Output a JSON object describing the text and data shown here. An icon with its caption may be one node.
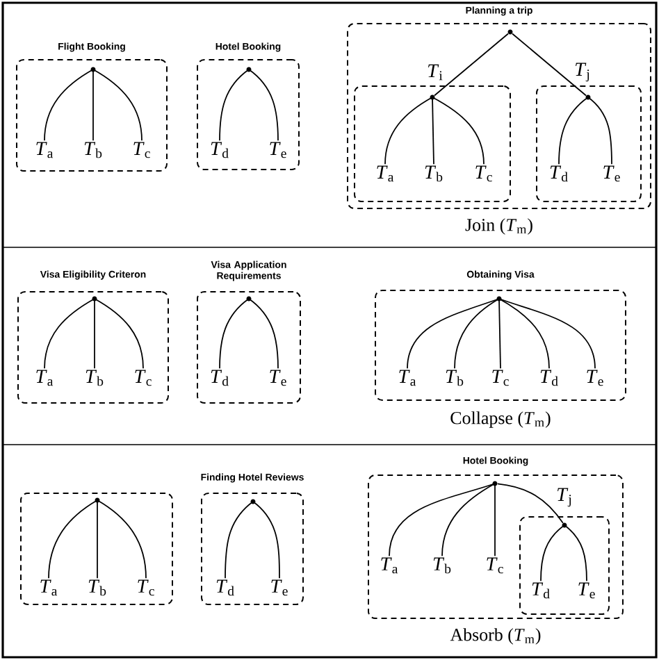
{
  "diagram": {
    "nodes": [
      {
        "text": [
          "Flight Booking"
        ]
      },
      {
        "text": [],
        "shape": "circle",
        "in": 0
      },
      {
        "text": [
          "*T*$_{a}$"
        ],
        "in": 0
      },
      {
        "text": [
          "*T*$_{b}$"
        ],
        "in": 0
      },
      {
        "text": [
          "*T*$_{c}$"
        ],
        "in": 0
      },
      {
        "text": [
          "Hotel Booking"
        ]
      },
      {
        "text": [],
        "shape": "circle",
        "in": 5
      },
      {
        "text": [
          "*T*$_{d}$"
        ],
        "in": 5
      },
      {
        "text": [
          "*T*$_{e}$"
        ],
        "in": 5
      },
      {
        "text": [
          "Planning a trip"
        ],
        "beside": [
          "Join (*T*$_{m}$)"
        ]
      },
      {
        "text": [],
        "shape": "circle",
        "in": 9
      },
      {
        "text": [],
        "shape": "box",
        "in": 9
      },
      {
        "text": [],
        "shape": "circle",
        "in": 11
      },
      {
        "text": [
          "*T*$_{a}$"
        ],
        "in": 11
      },
      {
        "text": [
          "*T*$_{b}$"
        ],
        "in": 11
      },
      {
        "text": [
          "*T*$_{c}$"
        ],
        "in": 11
      },
      {
        "text": [],
        "shape": "box",
        "in": 9
      },
      {
        "text": [],
        "shape": "circle",
        "in": 16
      },
      {
        "text": [
          "*T*$_{d}$"
        ],
        "in": 16
      },
      {
        "text": [
          "*T*$_{e}$"
        ],
        "in": 16
      },
      {
        "text": [
          "Visa Eligibility Criteron"
        ]
      },
      {
        "text": [],
        "shape": "circle",
        "in": 20
      },
      {
        "text": [
          "*T*$_{a}$"
        ],
        "in": 20
      },
      {
        "text": [
          "*T*$_{b}$"
        ],
        "in": 20
      },
      {
        "text": [
          "*T*$_{c}$"
        ],
        "in": 20
      },
      {
        "text": [
          "Visa Application Requirements"
        ]
      },
      {
        "text": [],
        "shape": "circle",
        "in": 25
      },
      {
        "text": [
          "*T*$_{d}$"
        ],
        "in": 25
      },
      {
        "text": [
          "*T*$_{e}$"
        ],
        "in": 25
      },
      {
        "text": [
          "Obtaining Visa"
        ],
        "beside": [
          "Collapse (*T*$_{m}$)"
        ]
      },
      {
        "text": [],
        "shape": "circle",
        "in": 29
      },
      {
        "text": [
          "*T*$_{a}$"
        ],
        "in": 29
      },
      {
        "text": [
          "*T*$_{b}$"
        ],
        "in": 29
      },
      {
        "text": [
          "*T*$_{c}$"
        ],
        "in": 29
      },
      {
        "text": [
          "*T*$_{d}$"
        ],
        "in": 29
      },
      {
        "text": [
          "*T*$_{e}$"
        ],
        "in": 29
      },
      {
        "text": [],
        "shape": "box"
      },
      {
        "text": [],
        "shape": "circle",
        "in": 36
      },
      {
        "text": [
          "*T*$_{a}$"
        ],
        "in": 36
      },
      {
        "text": [
          "*T*$_{b}$"
        ],
        "in": 36
      },
      {
        "text": [
          "*T*$_{c}$"
        ],
        "in": 36
      },
      {
        "text": [
          "Finding Hotel Reviews"
        ]
      },
      {
        "text": [],
        "shape": "circle",
        "in": 41
      },
      {
        "text": [
          "*T*$_{d}$"
        ],
        "in": 41
      },
      {
        "text": [
          "*T*$_{e}$"
        ],
        "in": 41
      },
      {
        "text": [
          "Hotel Booking"
        ],
        "beside": [
          "Absorb (*T*$_{m}$)"
        ]
      },
      {
        "text": [],
        "shape": "circle",
        "in": 45
      },
      {
        "text": [
          "*T*$_{a}$"
        ],
        "in": 45
      },
      {
        "text": [
          "*T*$_{b}$"
        ],
        "in": 45
      },
      {
        "text": [
          "*T*$_{c}$"
        ],
        "in": 45
      },
      {
        "text": [],
        "shape": "box",
        "in": 45
      },
      {
        "text": [],
        "shape": "circle",
        "in": 50
      },
      {
        "text": [
          "*T*$_{d}$"
        ],
        "in": 50
      },
      {
        "text": [
          "*T*$_{e}$"
        ],
        "in": 50
      }
    ],
    "edges": [
      {
        "from": 1,
        "to": 2,
        "arrow": "none"
      },
      {
        "from": 1,
        "to": 3,
        "arrow": "none"
      },
      {
        "from": 1,
        "to": 4,
        "arrow": "none"
      },
      {
        "from": 6,
        "to": 7,
        "arrow": "none"
      },
      {
        "from": 6,
        "to": 8,
        "arrow": "none"
      },
      {
        "from": 10,
        "to": 12,
        "arrow": "none",
        "label": "*T*$_{i}$"
      },
      {
        "from": 10,
        "to": 17,
        "arrow": "none",
        "label": "*T*$_{j}$"
      },
      {
        "from": 12,
        "to": 13,
        "arrow": "none"
      },
      {
        "from": 12,
        "to": 14,
        "arrow": "none"
      },
      {
        "from": 12,
        "to": 15,
        "arrow": "none"
      },
      {
        "from": 17,
        "to": 18,
        "arrow": "none"
      },
      {
        "from": 17,
        "to": 19,
        "arrow": "none"
      },
      {
        "from": 21,
        "to": 22,
        "arrow": "none"
      },
      {
        "from": 21,
        "to": 23,
        "arrow": "none"
      },
      {
        "from": 21,
        "to": 24,
        "arrow": "none"
      },
      {
        "from": 26,
        "to": 27,
        "arrow": "none"
      },
      {
        "from": 26,
        "to": 28,
        "arrow": "none"
      },
      {
        "from": 30,
        "to": 31,
        "arrow": "none"
      },
      {
        "from": 30,
        "to": 32,
        "arrow": "none"
      },
      {
        "from": 30,
        "to": 33,
        "arrow": "none"
      },
      {
        "from": 30,
        "to": 34,
        "arrow": "none"
      },
      {
        "from": 30,
        "to": 35,
        "arrow": "none"
      },
      {
        "from": 37,
        "to": 38,
        "arrow": "none"
      },
      {
        "from": 37,
        "to": 39,
        "arrow": "none"
      },
      {
        "from": 37,
        "to": 40,
        "arrow": "none"
      },
      {
        "from": 42,
        "to": 43,
        "arrow": "none"
      },
      {
        "from": 42,
        "to": 44,
        "arrow": "none"
      },
      {
        "from": 46,
        "to": 51,
        "arrow": "none",
        "label": "*T*$_{j}$"
      },
      {
        "from": 46,
        "to": 47,
        "arrow": "none"
      },
      {
        "from": 46,
        "to": 48,
        "arrow": "none"
      },
      {
        "from": 46,
        "to": 49,
        "arrow": "none"
      },
      {
        "from": 51,
        "to": 52,
        "arrow": "none"
      },
      {
        "from": 51,
        "to": 53,
        "arrow": "none"
      }
    ]
  }
}
